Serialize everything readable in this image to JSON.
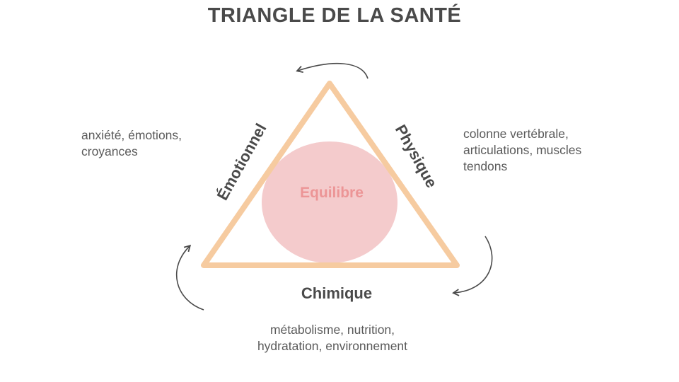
{
  "title": "TRIANGLE DE LA SANTÉ",
  "colors": {
    "text_dark": "#4a4a4a",
    "triangle_stroke": "#f6cba0",
    "circle_fill": "#f4cbcc",
    "center_text": "#ec9596",
    "arrow": "#4a4a4a"
  },
  "sides": {
    "emotional": {
      "label": "Émotionnel",
      "description": [
        "anxiété, émotions,",
        "croyances"
      ]
    },
    "physical": {
      "label": "Physique",
      "description": [
        "colonne vertébrale,",
        "articulations, muscles",
        "tendons"
      ]
    },
    "chemical": {
      "label": "Chimique",
      "description": [
        "métabolisme, nutrition,",
        "hydratation, environnement"
      ]
    }
  },
  "center": {
    "label": "Equilibre"
  }
}
